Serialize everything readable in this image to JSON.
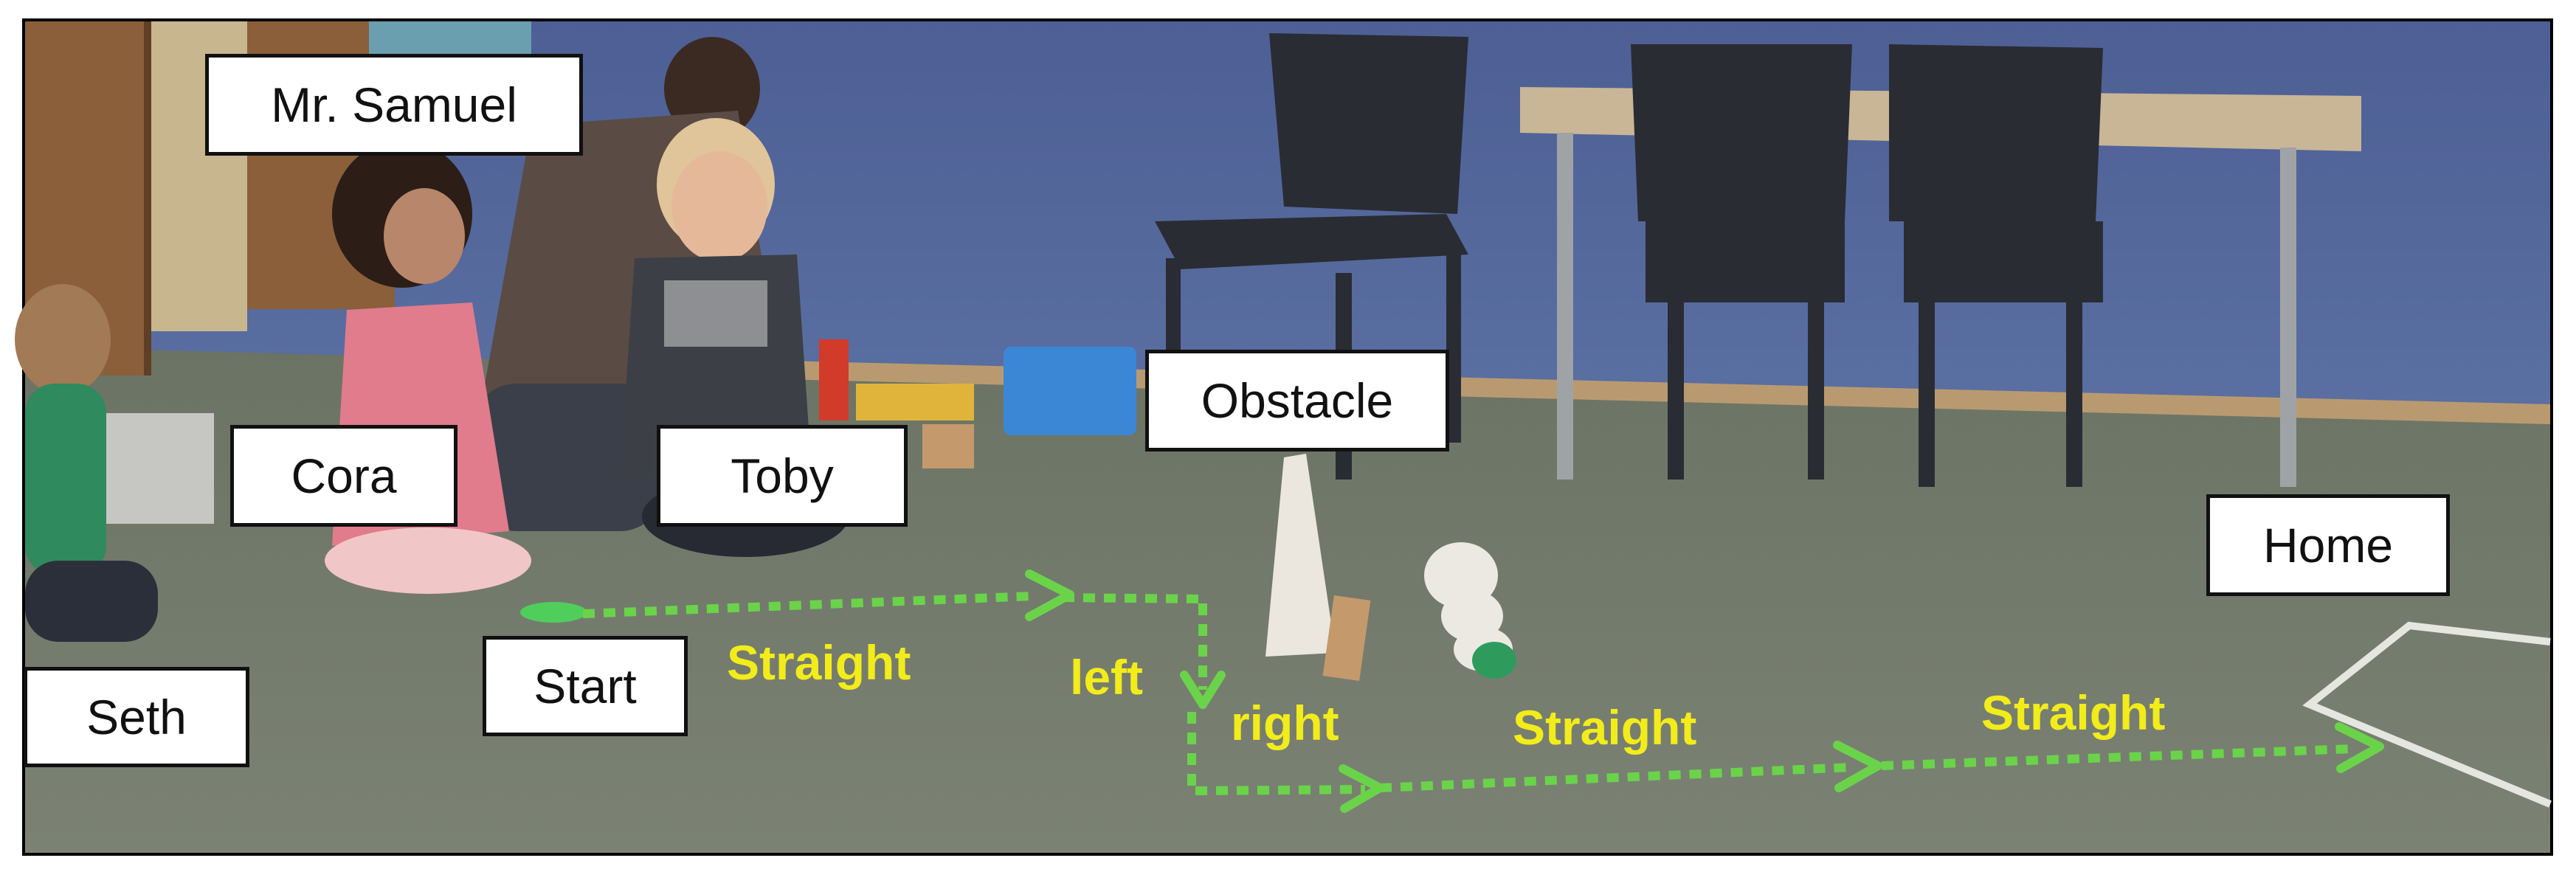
{
  "labels": {
    "mr_samuel": "Mr. Samuel",
    "cora": "Cora",
    "toby": "Toby",
    "seth": "Seth",
    "start": "Start",
    "obstacle": "Obstacle",
    "home": "Home"
  },
  "directions": {
    "straight_1": "Straight",
    "left": "left",
    "right": "right",
    "straight_2": "Straight",
    "straight_3": "Straight"
  },
  "colors": {
    "wall": "#4a5d8e",
    "floor": "#6f7768",
    "path_arrow": "#6ad34a",
    "direction_text": "#f2ec1a",
    "label_border": "#111111"
  }
}
